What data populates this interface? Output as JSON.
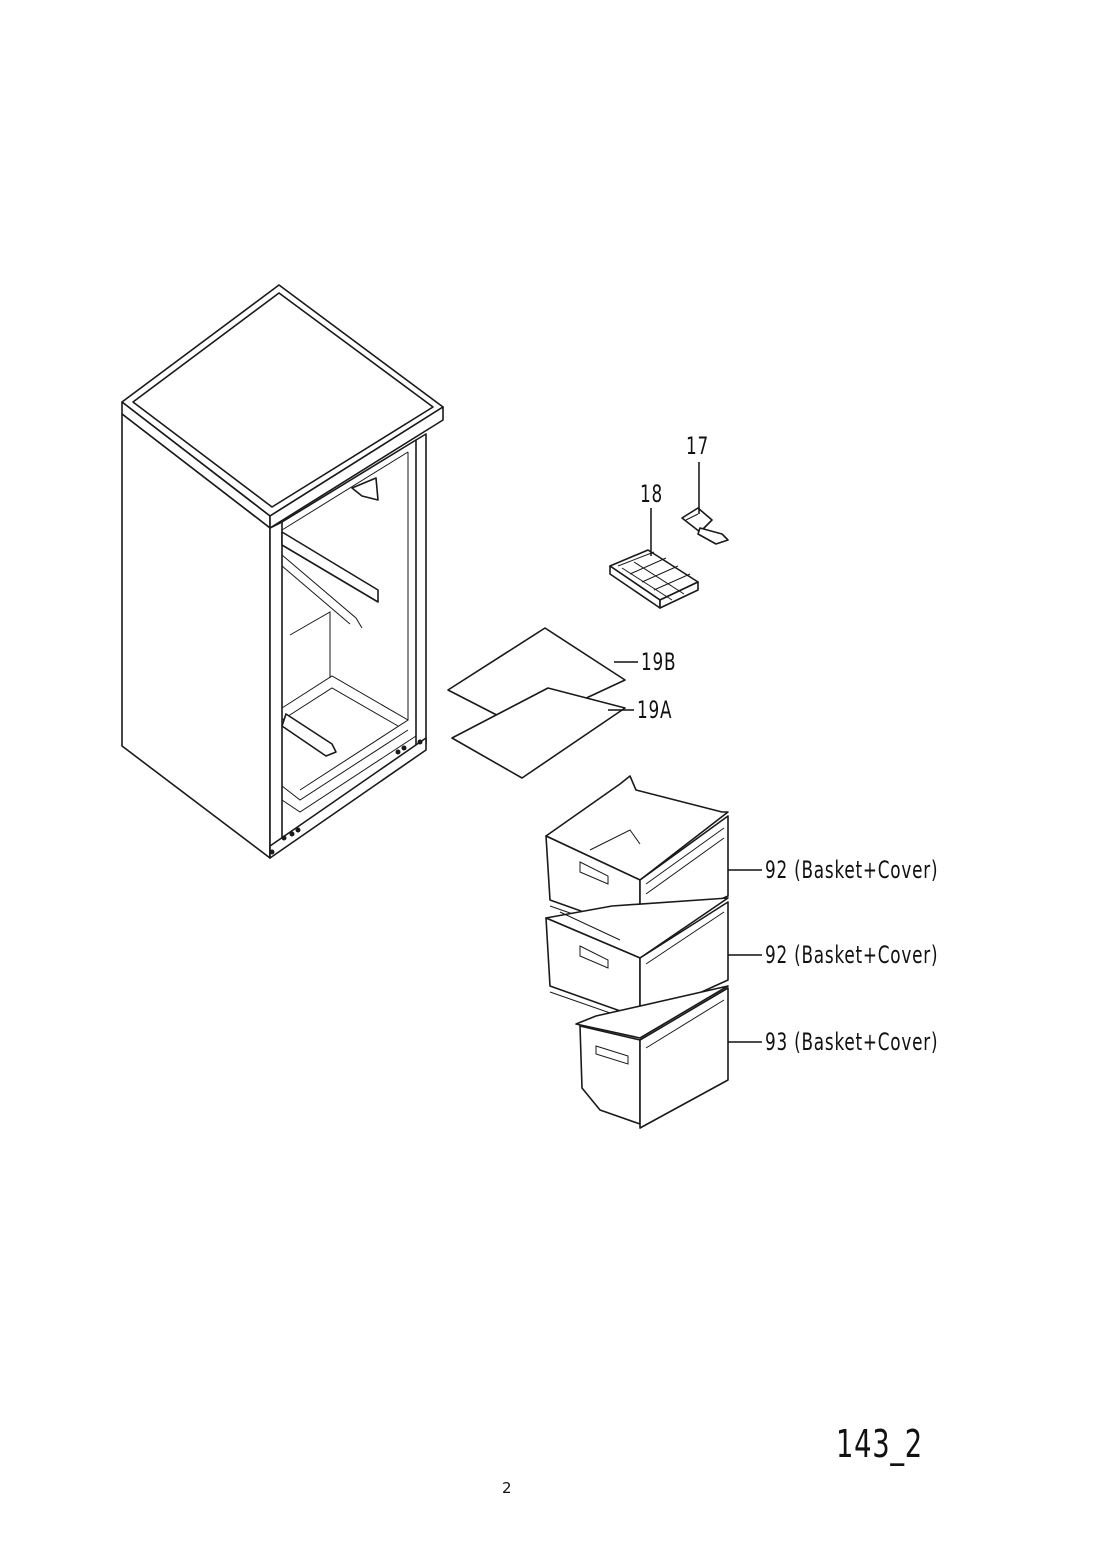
{
  "callouts": {
    "ice_scoop": "17",
    "ice_tray": "18",
    "shelf_19b": "19B",
    "shelf_19a": "19A",
    "basket_top": "92 (Basket+Cover)",
    "basket_middle": "92 (Basket+Cover)",
    "basket_bottom": "93 (Basket+Cover)"
  },
  "drawing_id": "143_2",
  "page_number": "2"
}
